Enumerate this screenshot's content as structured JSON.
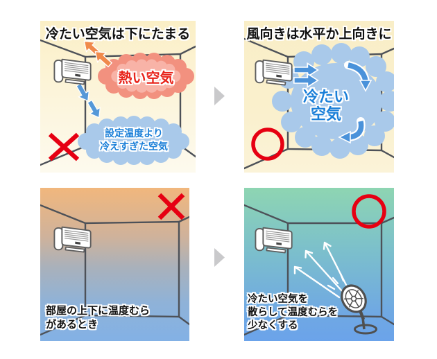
{
  "colors": {
    "accent-red": "#e60012",
    "hot-cloud": "#f2917f",
    "hot-cloud-inner": "#f8b3a7",
    "hot-text": "#e8231a",
    "cold-cloud": "#a9c9ea",
    "cold-text": "#1a7fd8",
    "wall-line": "#4d5158",
    "mid-arrow": "#c9c9cb",
    "orange-arrow": "#f08a4b",
    "blue-arrow": "#5598d8",
    "panel2-arrow": "#4a92da"
  },
  "panels": {
    "top_left": {
      "title": "冷たい空気は下にたまる",
      "hot_cloud_label": "熱い空気",
      "cold_cloud_line1": "設定温度より",
      "cold_cloud_line2": "冷えすぎた空気"
    },
    "top_right": {
      "title": "風向きは水平か上向きに",
      "cloud_line1": "冷たい",
      "cloud_line2": "空気"
    },
    "bottom_left": {
      "caption_line1": "部屋の上下に温度むら",
      "caption_line2": "があるとき"
    },
    "bottom_right": {
      "caption_line1": "冷たい空気を",
      "caption_line2": "散らして温度むらを",
      "caption_line3": "少なくする"
    }
  }
}
